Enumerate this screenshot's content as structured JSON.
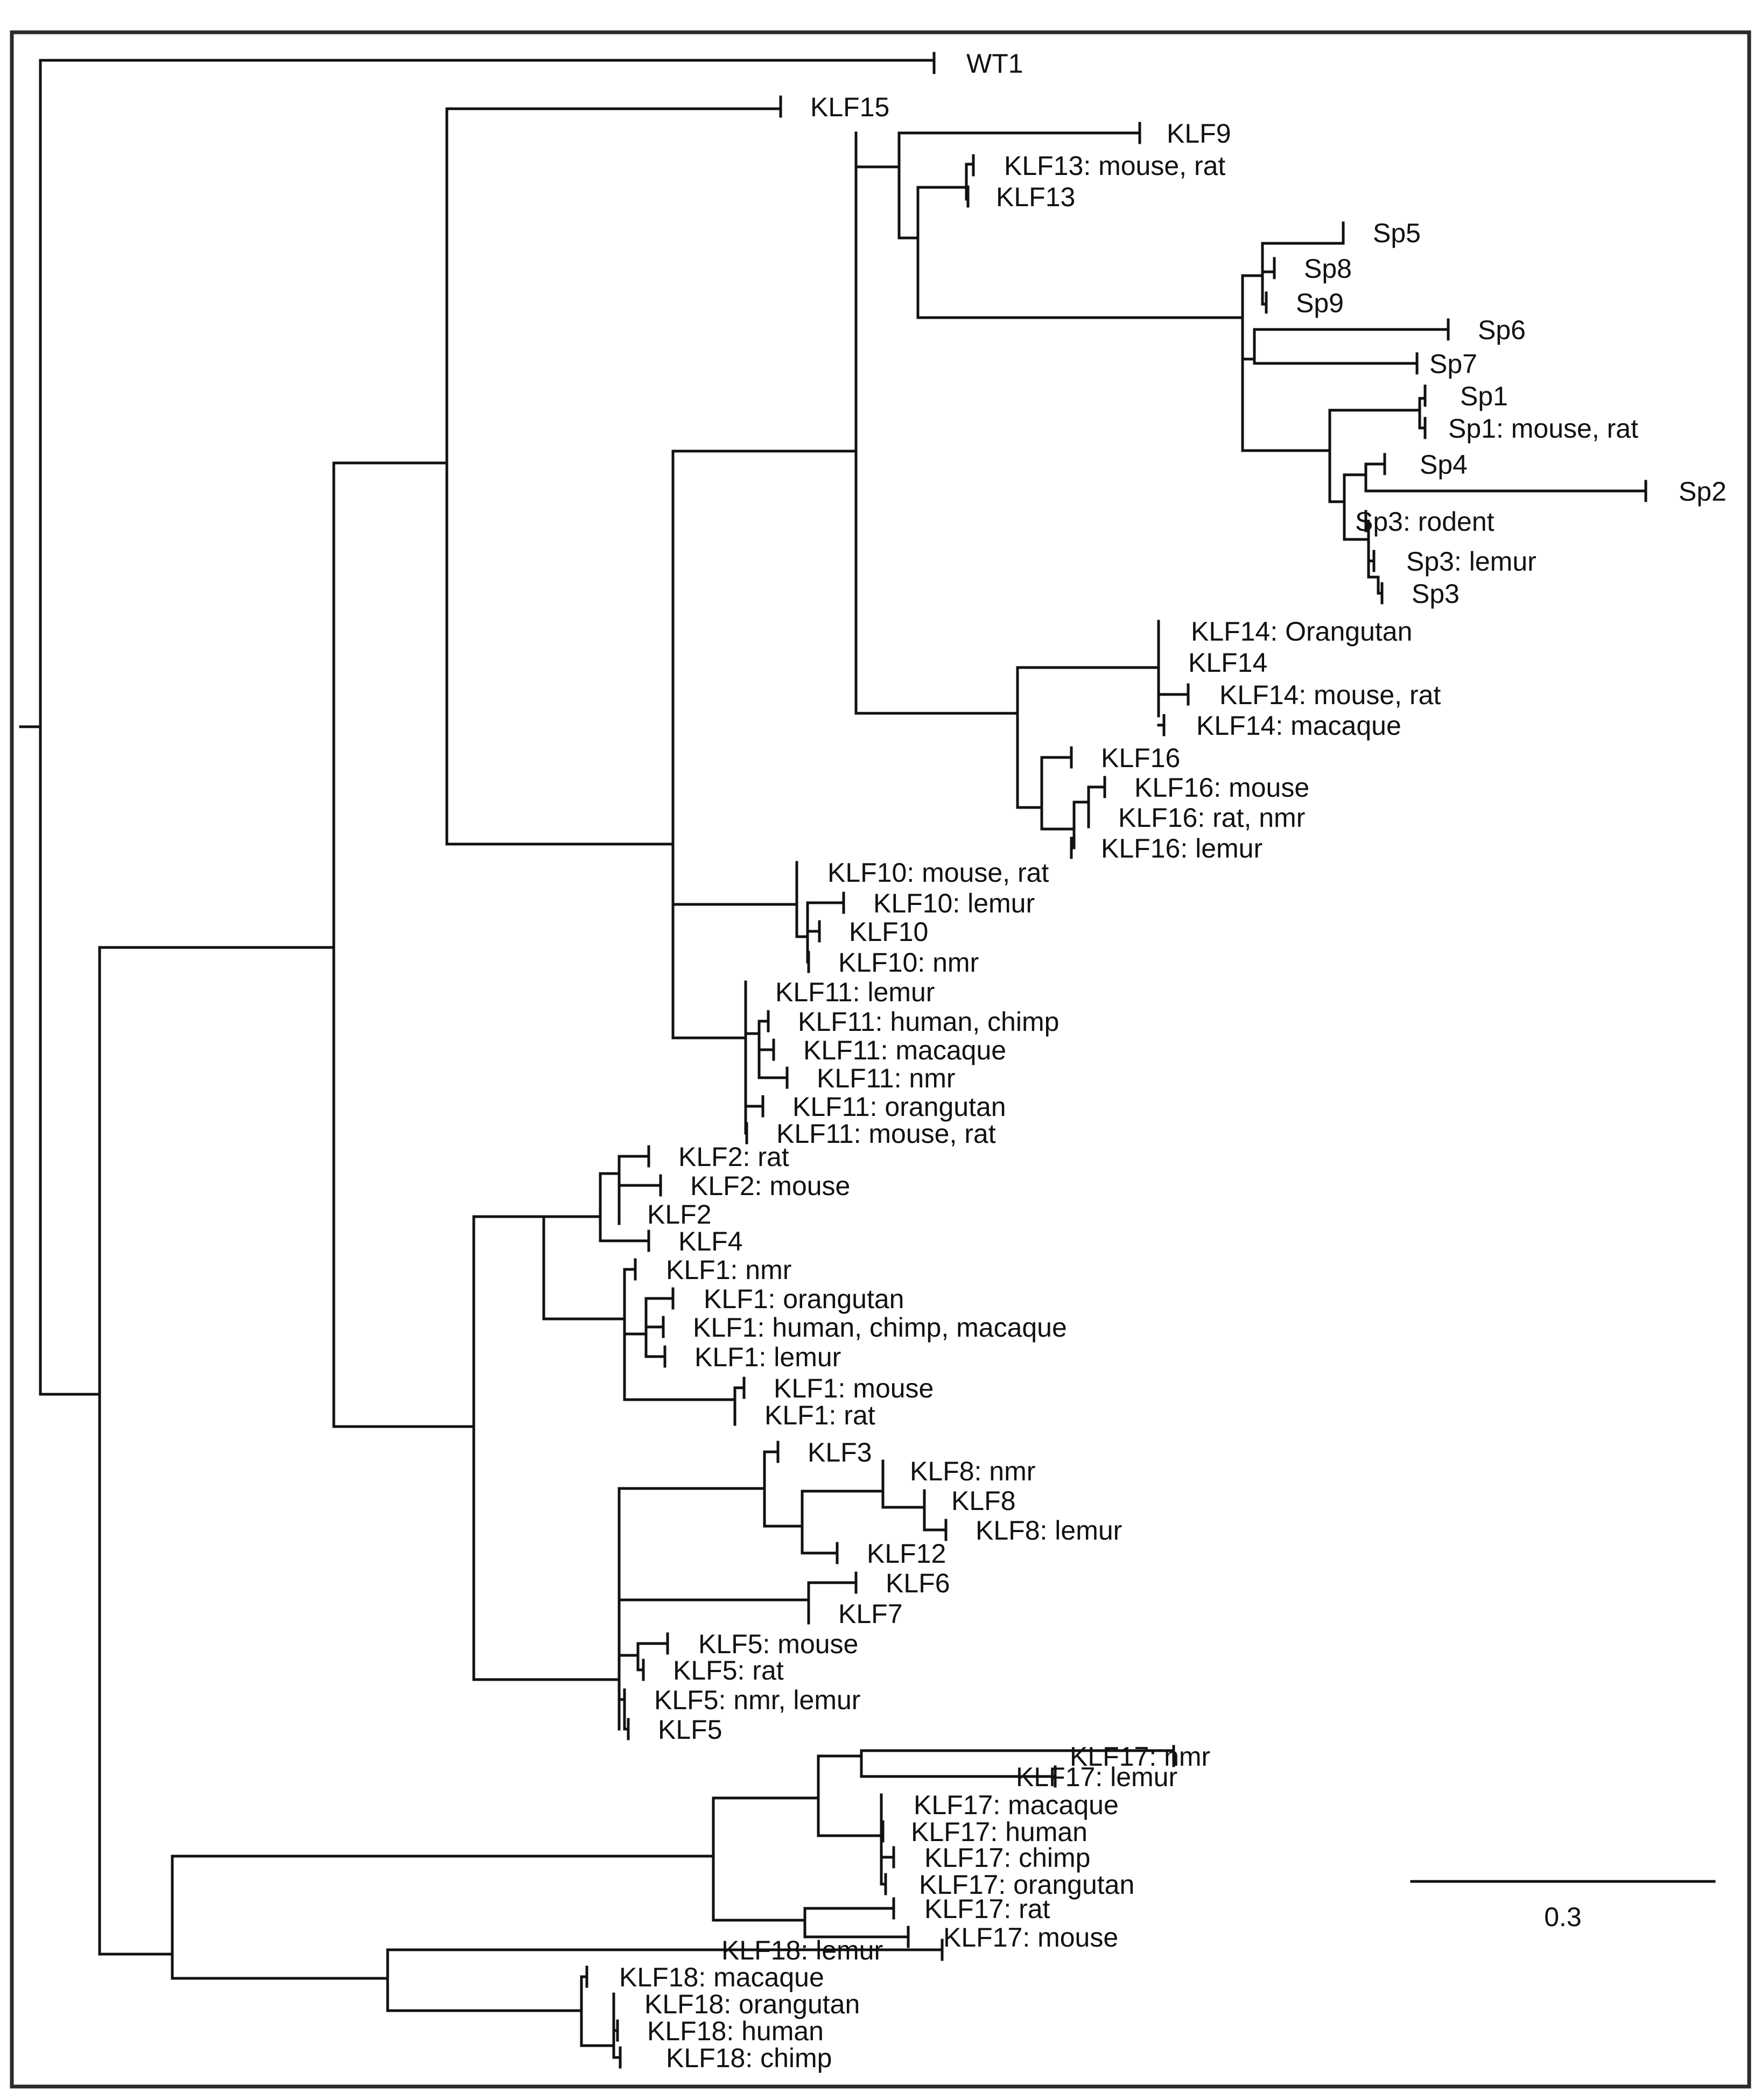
{
  "leaves": [
    {
      "id": "wt1",
      "label": "WT1"
    },
    {
      "id": "klf15",
      "label": "KLF15"
    },
    {
      "id": "klf9",
      "label": "KLF9"
    },
    {
      "id": "klf13_mr",
      "label": "KLF13: mouse, rat"
    },
    {
      "id": "klf13",
      "label": "KLF13"
    },
    {
      "id": "sp5",
      "label": "Sp5"
    },
    {
      "id": "sp8",
      "label": "Sp8"
    },
    {
      "id": "sp9",
      "label": "Sp9"
    },
    {
      "id": "sp6",
      "label": "Sp6"
    },
    {
      "id": "sp7",
      "label": "Sp7"
    },
    {
      "id": "sp1",
      "label": "Sp1"
    },
    {
      "id": "sp1_mr",
      "label": "Sp1: mouse, rat"
    },
    {
      "id": "sp4",
      "label": "Sp4"
    },
    {
      "id": "sp2",
      "label": "Sp2"
    },
    {
      "id": "sp3_rod",
      "label": "Sp3: rodent"
    },
    {
      "id": "sp3_lem",
      "label": "Sp3: lemur"
    },
    {
      "id": "sp3",
      "label": "Sp3"
    },
    {
      "id": "klf14_or",
      "label": "KLF14: Orangutan"
    },
    {
      "id": "klf14",
      "label": "KLF14"
    },
    {
      "id": "klf14_mr",
      "label": "KLF14: mouse, rat"
    },
    {
      "id": "klf14_mac",
      "label": "KLF14: macaque"
    },
    {
      "id": "klf16",
      "label": "KLF16"
    },
    {
      "id": "klf16_m",
      "label": "KLF16: mouse"
    },
    {
      "id": "klf16_rn",
      "label": "KLF16: rat, nmr"
    },
    {
      "id": "klf16_l",
      "label": "KLF16: lemur"
    },
    {
      "id": "klf10_mr",
      "label": "KLF10: mouse, rat"
    },
    {
      "id": "klf10_l",
      "label": "KLF10: lemur"
    },
    {
      "id": "klf10",
      "label": "KLF10"
    },
    {
      "id": "klf10_n",
      "label": "KLF10: nmr"
    },
    {
      "id": "klf11_l",
      "label": "KLF11: lemur"
    },
    {
      "id": "klf11_hc",
      "label": "KLF11: human, chimp"
    },
    {
      "id": "klf11_mac",
      "label": "KLF11: macaque"
    },
    {
      "id": "klf11_n",
      "label": "KLF11: nmr"
    },
    {
      "id": "klf11_or",
      "label": "KLF11: orangutan"
    },
    {
      "id": "klf11_mr",
      "label": "KLF11: mouse, rat"
    },
    {
      "id": "klf2_r",
      "label": "KLF2: rat"
    },
    {
      "id": "klf2_m",
      "label": "KLF2: mouse"
    },
    {
      "id": "klf2",
      "label": "KLF2"
    },
    {
      "id": "klf4",
      "label": "KLF4"
    },
    {
      "id": "klf1_n",
      "label": "KLF1: nmr"
    },
    {
      "id": "klf1_or",
      "label": "KLF1: orangutan"
    },
    {
      "id": "klf1_hcm",
      "label": "KLF1: human, chimp, macaque"
    },
    {
      "id": "klf1_l",
      "label": "KLF1: lemur"
    },
    {
      "id": "klf1_m",
      "label": "KLF1: mouse"
    },
    {
      "id": "klf1_r",
      "label": "KLF1: rat"
    },
    {
      "id": "klf3",
      "label": "KLF3"
    },
    {
      "id": "klf8_n",
      "label": "KLF8: nmr"
    },
    {
      "id": "klf8",
      "label": "KLF8"
    },
    {
      "id": "klf8_l",
      "label": "KLF8: lemur"
    },
    {
      "id": "klf12",
      "label": "KLF12"
    },
    {
      "id": "klf6",
      "label": "KLF6"
    },
    {
      "id": "klf7",
      "label": "KLF7"
    },
    {
      "id": "klf5_m",
      "label": "KLF5: mouse"
    },
    {
      "id": "klf5_r",
      "label": "KLF5: rat"
    },
    {
      "id": "klf5_nl",
      "label": "KLF5: nmr, lemur"
    },
    {
      "id": "klf5",
      "label": "KLF5"
    },
    {
      "id": "klf17_n",
      "label": "KLF17: nmr"
    },
    {
      "id": "klf17_l",
      "label": "KLF17: lemur"
    },
    {
      "id": "klf17_mac",
      "label": "KLF17: macaque"
    },
    {
      "id": "klf17_h",
      "label": "KLF17: human"
    },
    {
      "id": "klf17_c",
      "label": "KLF17: chimp"
    },
    {
      "id": "klf17_or",
      "label": "KLF17: orangutan"
    },
    {
      "id": "klf17_r",
      "label": "KLF17: rat"
    },
    {
      "id": "klf17_m",
      "label": "KLF17: mouse"
    },
    {
      "id": "klf18_l",
      "label": "KLF18: lemur"
    },
    {
      "id": "klf18_mac",
      "label": "KLF18: macaque"
    },
    {
      "id": "klf18_or",
      "label": "KLF18: orangutan"
    },
    {
      "id": "klf18_h",
      "label": "KLF18: human"
    },
    {
      "id": "klf18_c",
      "label": "KLF18: chimp"
    }
  ],
  "scale_bar": {
    "label": "0.3",
    "length": 0.3
  }
}
